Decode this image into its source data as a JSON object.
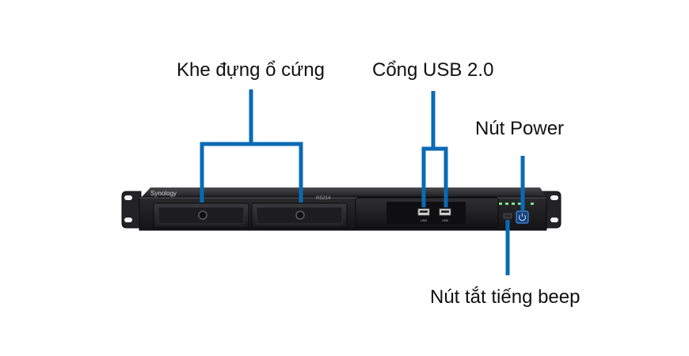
{
  "labels": {
    "drive_bays": "Khe đựng ổ cứng",
    "usb_ports": "Cổng USB 2.0",
    "power_button": "Nút Power",
    "beep_button": "Nút tắt tiếng beep"
  },
  "device": {
    "brand": "Synology",
    "model": "RS214",
    "usb_port_caption": "USB"
  },
  "colors": {
    "callout": "#0a6ab4",
    "chassis": "#1c1c1e",
    "power_led": "#3b8fe6",
    "status_led": "#7fe08a"
  }
}
